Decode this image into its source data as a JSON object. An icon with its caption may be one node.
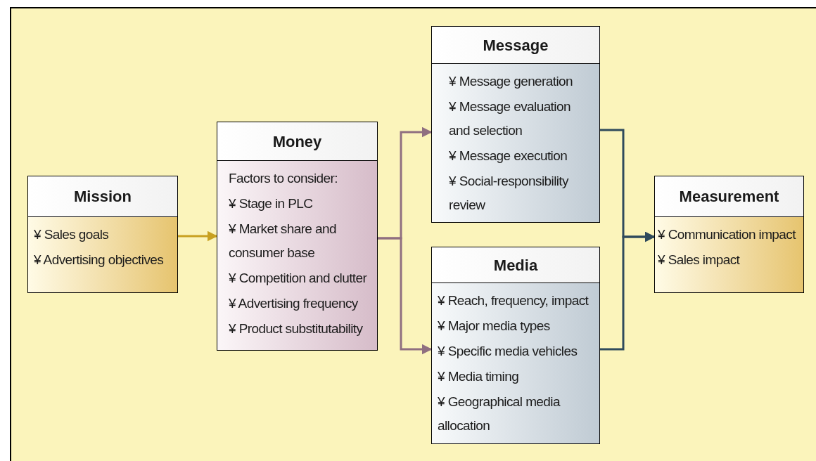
{
  "diagram": {
    "nodes": [
      {
        "text": [
          "Mission",
          "¥ Sales goals",
          "¥ Advertising objectives"
        ]
      },
      {
        "text": [
          "Money",
          "Factors to consider:",
          "¥ Stage in PLC",
          "¥ Market share and consumer base",
          "¥ Competition and clutter",
          "¥ Advertising frequency",
          "¥ Product substitutability"
        ]
      },
      {
        "text": [
          "Message",
          "¥ Message generation",
          "¥ Message evaluation and selection",
          "¥ Message execution",
          "¥ Social-responsibility review"
        ]
      },
      {
        "text": [
          "Media",
          "¥ Reach, frequency, impact",
          "¥ Major media types",
          "¥ Specific media vehicles",
          "¥ Media timing",
          "¥ Geographical media allocation"
        ]
      },
      {
        "text": [
          "Measurement",
          "¥ Communication impact",
          "¥ Sales impact"
        ]
      }
    ],
    "edges": [
      {
        "from": 0,
        "to": 1,
        "arrow": "to",
        "color": "#c8a020"
      },
      {
        "from": 1,
        "to": 2,
        "arrow": "to",
        "color": "#8f6f80"
      },
      {
        "from": 1,
        "to": 3,
        "arrow": "to",
        "color": "#8f6f80"
      },
      {
        "from": 2,
        "to": 4,
        "arrow": "to",
        "color": "#2f4a5c"
      },
      {
        "from": 3,
        "to": 4,
        "arrow": "to",
        "color": "#2f4a5c"
      }
    ]
  }
}
